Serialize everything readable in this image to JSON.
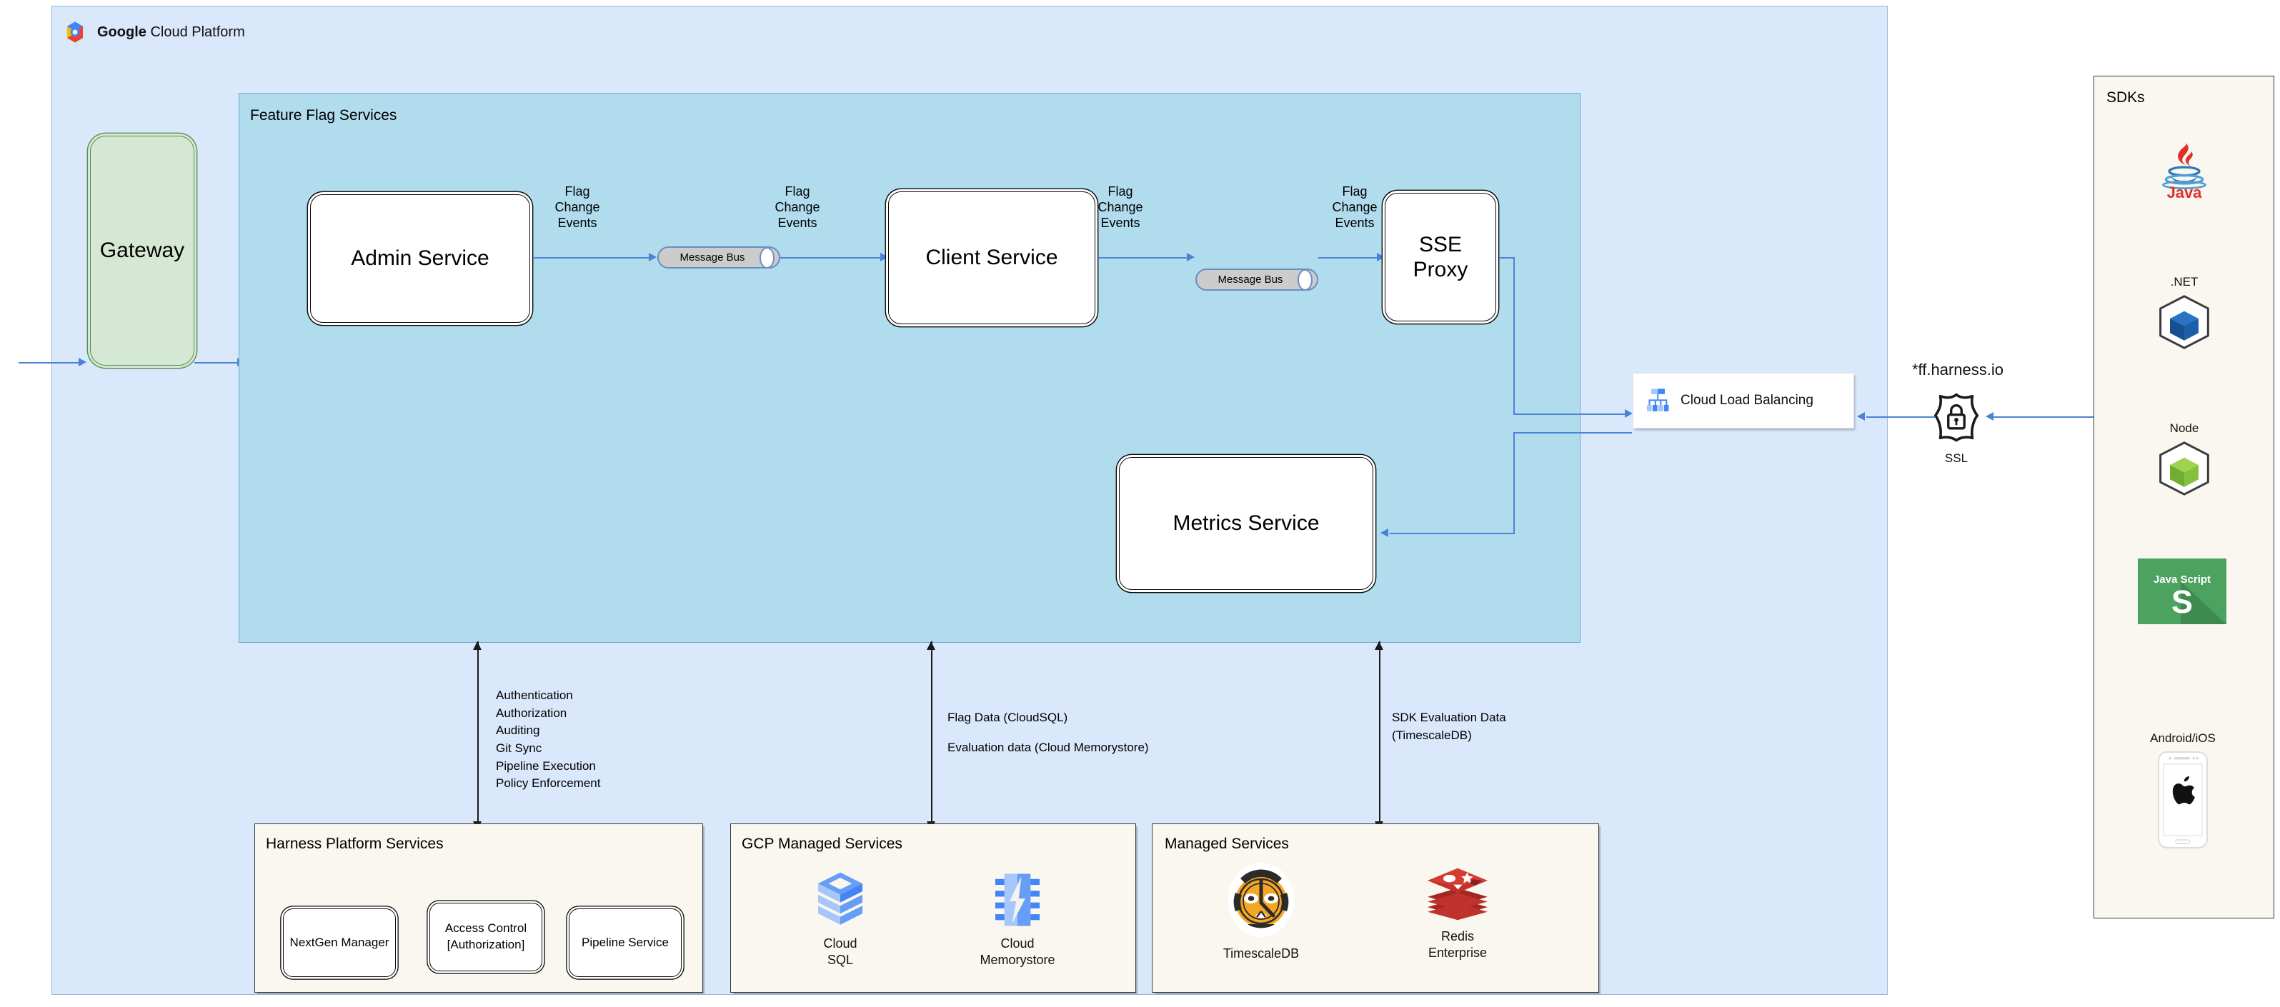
{
  "gcp": {
    "title_bold": "Google",
    "title_rest": " Cloud Platform",
    "logo_icon": "google-cloud-hexagon-icon"
  },
  "gateway": {
    "label": "Gateway"
  },
  "feature_flag_services": {
    "title": "Feature Flag Services",
    "nodes": [
      {
        "id": "admin-service",
        "label": "Admin Service"
      },
      {
        "id": "client-service",
        "label": "Client Service"
      },
      {
        "id": "sse-proxy",
        "label": "SSE\nProxy",
        "line1": "SSE",
        "line2": "Proxy"
      },
      {
        "id": "metrics-service",
        "label": "Metrics Service"
      }
    ],
    "message_bus_1": {
      "label": "Message Bus"
    },
    "message_bus_2": {
      "label": "Message Bus"
    },
    "edge_labels": {
      "admin_to_bus": "Flag\nChange\nEvents",
      "bus_to_client": "Flag\nChange\nEvents",
      "client_to_bus": "Flag\nChange\nEvents",
      "bus_to_sse": "Flag\nChange\nEvents",
      "l1": "Flag",
      "l2": "Change",
      "l3": "Events"
    }
  },
  "load_balancer": {
    "label": "Cloud Load Balancing",
    "icon": "load-balancer-hierarchy-icon"
  },
  "ssl": {
    "domain": "*ff.harness.io",
    "caption": "SSL",
    "icon": "ssl-shield-lock-icon"
  },
  "sdks": {
    "title": "SDKs",
    "items": [
      {
        "name": "",
        "icon": "java-logo-icon",
        "wordmark": "Java"
      },
      {
        "name": ".NET",
        "icon": "dotnet-cube-icon"
      },
      {
        "name": "Node",
        "icon": "nodejs-cube-icon"
      },
      {
        "name": "",
        "icon": "javascript-logo-icon",
        "wordmark_top": "Java Script",
        "wordmark_letter": "S"
      },
      {
        "name": "Android/iOS",
        "icon": "phone-apple-icon"
      }
    ]
  },
  "platform_link_labels": [
    "Authentication",
    "Authorization",
    "Auditing",
    "Git Sync",
    "Pipeline Execution",
    "Policy Enforcement"
  ],
  "data_link_labels": {
    "flag_data": "Flag Data (CloudSQL)",
    "evaluation_data": "Evaluation data (Cloud Memorystore)",
    "sdk_eval_line1": "SDK Evaluation Data",
    "sdk_eval_line2": "(TimescaleDB)"
  },
  "harness_platform": {
    "title": "Harness Platform Services",
    "services": [
      {
        "line1": "NextGen Manager",
        "line2": ""
      },
      {
        "line1": "Access Control",
        "line2": "[Authorization]"
      },
      {
        "line1": "Pipeline Service",
        "line2": ""
      }
    ]
  },
  "gcp_managed": {
    "title": "GCP Managed Services",
    "services": [
      {
        "line1": "Cloud",
        "line2": "SQL",
        "icon": "cloud-sql-icon"
      },
      {
        "line1": "Cloud",
        "line2": "Memorystore",
        "icon": "cloud-memorystore-icon"
      }
    ]
  },
  "managed": {
    "title": "Managed Services",
    "services": [
      {
        "line1": "TimescaleDB",
        "line2": "",
        "icon": "timescaledb-tiger-icon"
      },
      {
        "line1": "Redis",
        "line2": "Enterprise",
        "icon": "redis-stack-icon"
      }
    ]
  },
  "colors": {
    "gcp_bg": "#dae8fc",
    "ffs_bg": "#b1dcee",
    "panel_bg": "#f9f7ef",
    "gateway_fill": "#d5e8d4",
    "connector_blue": "#4c82d6",
    "connector_black": "#1a1a1a",
    "msgbus_fill": "#cccccc"
  }
}
